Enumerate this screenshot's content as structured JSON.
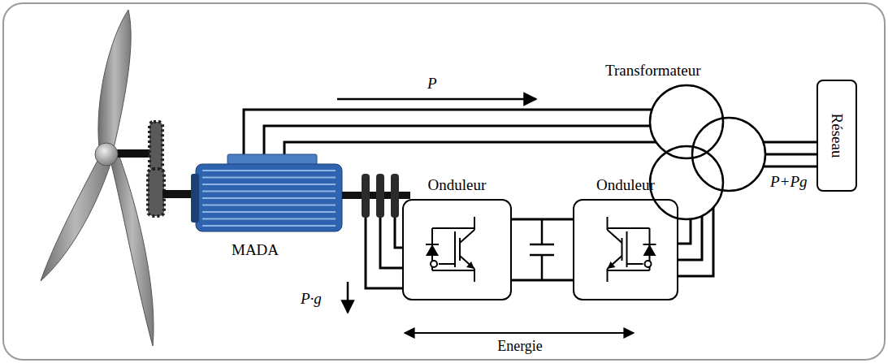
{
  "diagram": {
    "nodes": [
      {
        "text": [
          "MADA"
        ]
      },
      {
        "text": [
          "Onduleur"
        ]
      },
      {
        "text": [
          "Onduleur"
        ]
      },
      {
        "text": [
          "Transformateur"
        ]
      },
      {
        "text": [
          "Réseau"
        ]
      }
    ],
    "edges": [
      {
        "from": 0,
        "to": 3,
        "arrow": "none"
      },
      {
        "from": 0,
        "to": 1,
        "arrow": "none"
      },
      {
        "from": 1,
        "to": 2,
        "arrow": "none"
      },
      {
        "from": 2,
        "to": 3,
        "arrow": "none"
      },
      {
        "from": 3,
        "to": 4,
        "arrow": "none"
      }
    ],
    "labels": [
      "P",
      "P+Pg",
      "P·g",
      "Energie"
    ]
  }
}
